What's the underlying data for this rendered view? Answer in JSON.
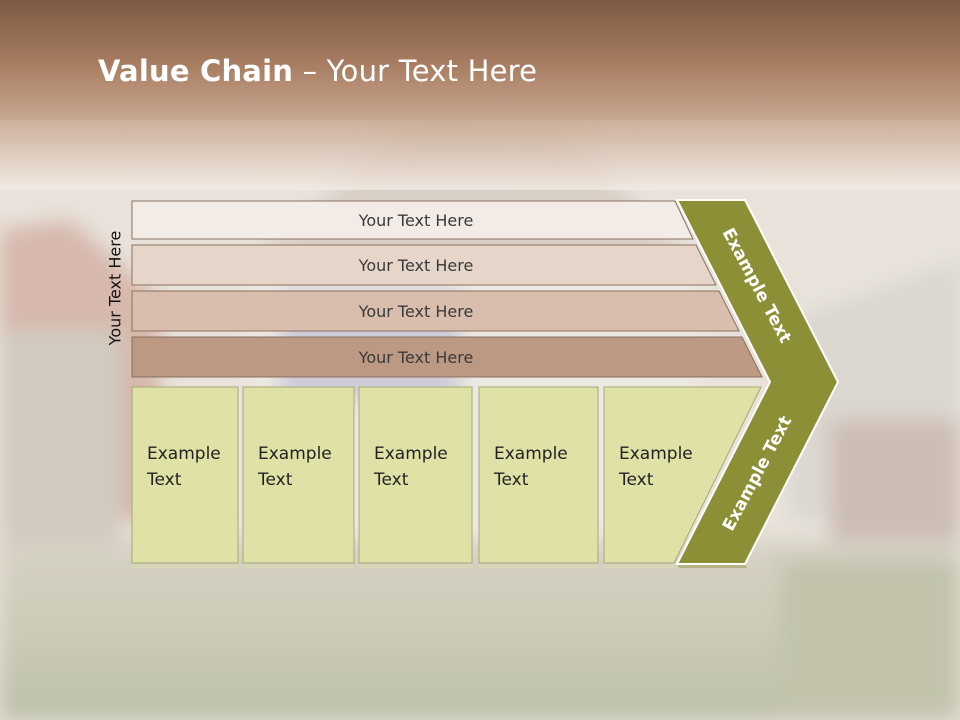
{
  "slide": {
    "title_bold": "Value Chain",
    "title_rest": " – Your Text Here",
    "side_label": "Your Text Here"
  },
  "bars": [
    {
      "label": "Your Text Here",
      "color": "#f3ece6"
    },
    {
      "label": "Your Text Here",
      "color": "#e6d6ca"
    },
    {
      "label": "Your Text Here",
      "color": "#d9bead"
    },
    {
      "label": "Your Text Here",
      "color": "#bc9982"
    }
  ],
  "boxes": [
    {
      "line1": "Example",
      "line2": "Text"
    },
    {
      "line1": "Example",
      "line2": "Text"
    },
    {
      "line1": "Example",
      "line2": "Text"
    },
    {
      "line1": "Example",
      "line2": "Text"
    },
    {
      "line1": "Example",
      "line2": "Text"
    }
  ],
  "chevron": {
    "upper_label": "Example Text",
    "lower_label": "Example Text",
    "color": "#8c8f35"
  },
  "colors": {
    "box_fill": "#e0e1a6",
    "header_band": "#8a6245",
    "label_text": "#3a3a3a",
    "chevron_text": "#ffffff"
  }
}
